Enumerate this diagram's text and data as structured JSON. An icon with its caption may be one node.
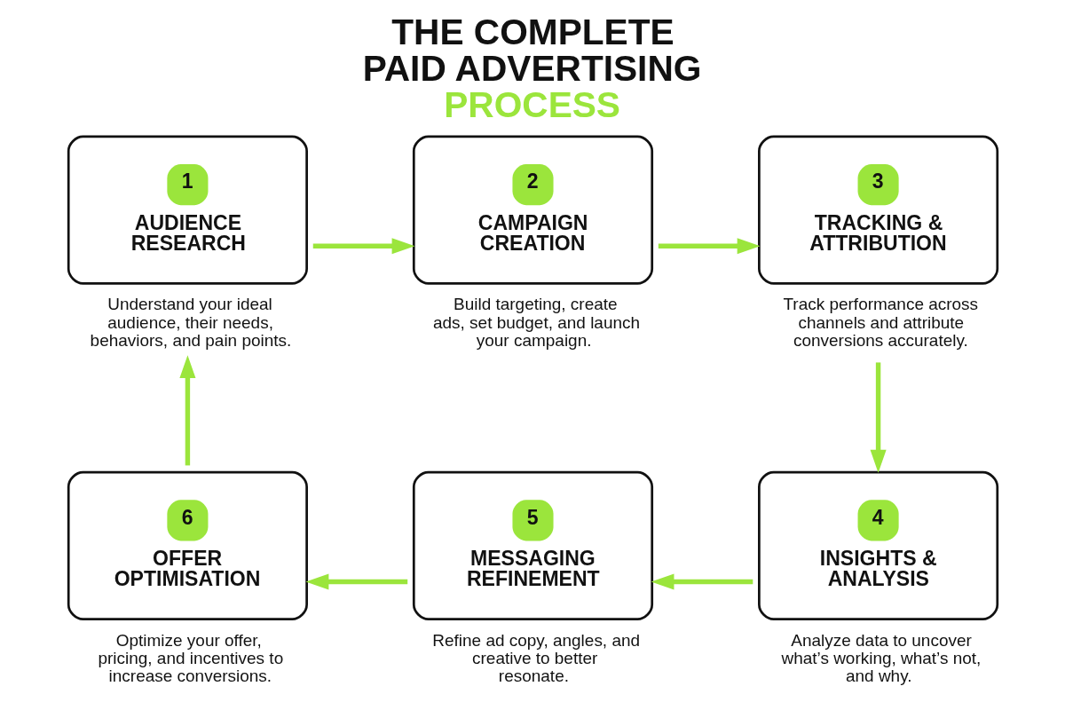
{
  "diagram": {
    "title": "THE COMPLETE PAID ADVERTISING PROCESS",
    "nodes": [
      {
        "text": [
          "1",
          "AUDIENCE RESEARCH"
        ],
        "beside": [
          "Understand your ideal audience, their needs, behaviors, and pain points."
        ]
      },
      {
        "text": [
          "2",
          "CAMPAIGN CREATION"
        ],
        "beside": [
          "Build targeting, create ads, set budget, and launch your campaign."
        ]
      },
      {
        "text": [
          "3",
          "TRACKING & ATTRIBUTION"
        ],
        "beside": [
          "Track performance across channels and attribute conversions accurately."
        ]
      },
      {
        "text": [
          "4",
          "INSIGHTS & ANALYSIS"
        ],
        "beside": [
          "Analyze data to uncover what’s working, what’s not, and why."
        ]
      },
      {
        "text": [
          "5",
          "MESSAGING REFINEMENT"
        ],
        "beside": [
          "Refine ad copy, angles, and creative to better resonate."
        ]
      },
      {
        "text": [
          "6",
          "OFFER OPTIMISATION"
        ],
        "beside": [
          "Optimize your offer, pricing, and incentives to increase conversions."
        ]
      }
    ],
    "edges": [
      {
        "from": 0,
        "to": 1,
        "arrow": "to"
      },
      {
        "from": 1,
        "to": 2,
        "arrow": "to"
      },
      {
        "from": 2,
        "to": 3,
        "arrow": "to"
      },
      {
        "from": 3,
        "to": 4,
        "arrow": "to"
      },
      {
        "from": 4,
        "to": 5,
        "arrow": "to"
      },
      {
        "from": 5,
        "to": 0,
        "arrow": "to"
      }
    ]
  }
}
